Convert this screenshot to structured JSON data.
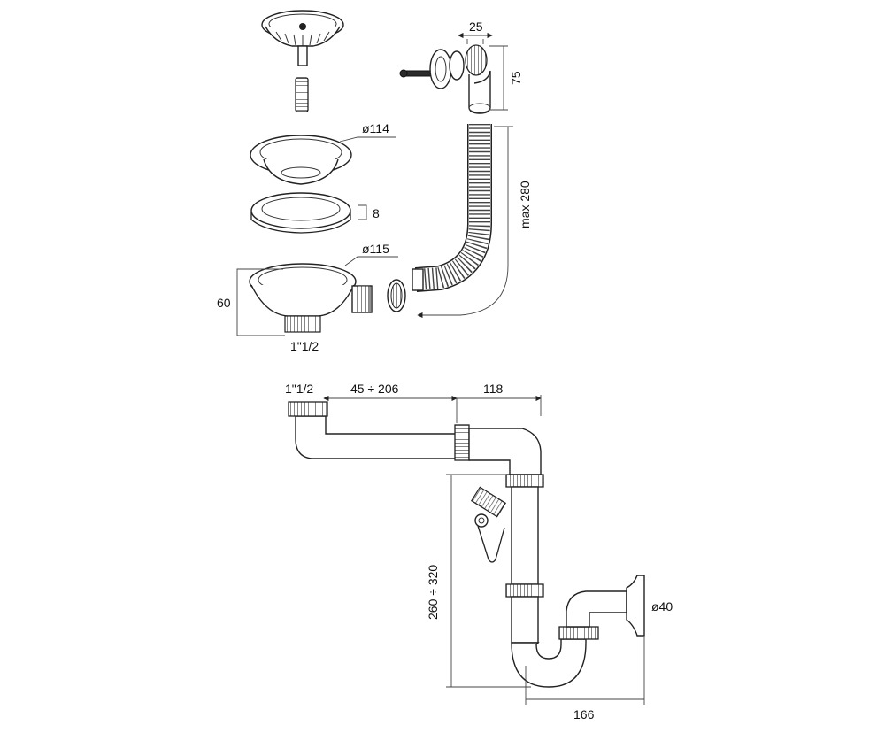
{
  "labels": {
    "d114": "ø114",
    "h8": "8",
    "d115": "ø115",
    "h60": "60",
    "thread_top": "1\"1/2",
    "w25": "25",
    "h75": "75",
    "max280": "max 280",
    "thread_siphon": "1\"1/2",
    "range45_206": "45 ÷ 206",
    "w118": "118",
    "range260_320": "260 ÷ 320",
    "d40": "ø40",
    "w166": "166"
  }
}
